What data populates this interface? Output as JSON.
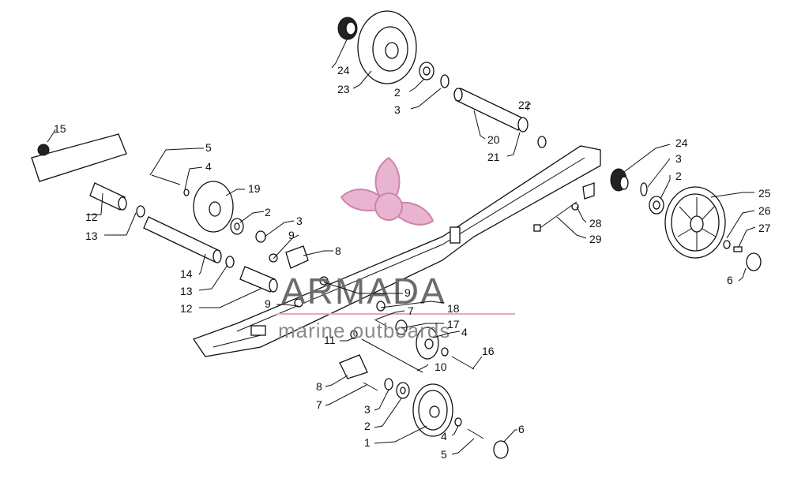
{
  "watermark": {
    "brand": "ARMADA",
    "tagline": "marine outboards",
    "logo_color": "#e6a8c8"
  },
  "callouts": [
    {
      "n": "1"
    },
    {
      "n": "2"
    },
    {
      "n": "2"
    },
    {
      "n": "2"
    },
    {
      "n": "2"
    },
    {
      "n": "3"
    },
    {
      "n": "3"
    },
    {
      "n": "3"
    },
    {
      "n": "3"
    },
    {
      "n": "4"
    },
    {
      "n": "4"
    },
    {
      "n": "4"
    },
    {
      "n": "5"
    },
    {
      "n": "5"
    },
    {
      "n": "6"
    },
    {
      "n": "6"
    },
    {
      "n": "7"
    },
    {
      "n": "7"
    },
    {
      "n": "8"
    },
    {
      "n": "8"
    },
    {
      "n": "9"
    },
    {
      "n": "9"
    },
    {
      "n": "9"
    },
    {
      "n": "10"
    },
    {
      "n": "11"
    },
    {
      "n": "12"
    },
    {
      "n": "12"
    },
    {
      "n": "13"
    },
    {
      "n": "13"
    },
    {
      "n": "14"
    },
    {
      "n": "15"
    },
    {
      "n": "16"
    },
    {
      "n": "17"
    },
    {
      "n": "18"
    },
    {
      "n": "19"
    },
    {
      "n": "20"
    },
    {
      "n": "21"
    },
    {
      "n": "22"
    },
    {
      "n": "23"
    },
    {
      "n": "24"
    },
    {
      "n": "24"
    },
    {
      "n": "25"
    },
    {
      "n": "26"
    },
    {
      "n": "27"
    },
    {
      "n": "28"
    },
    {
      "n": "29"
    }
  ]
}
